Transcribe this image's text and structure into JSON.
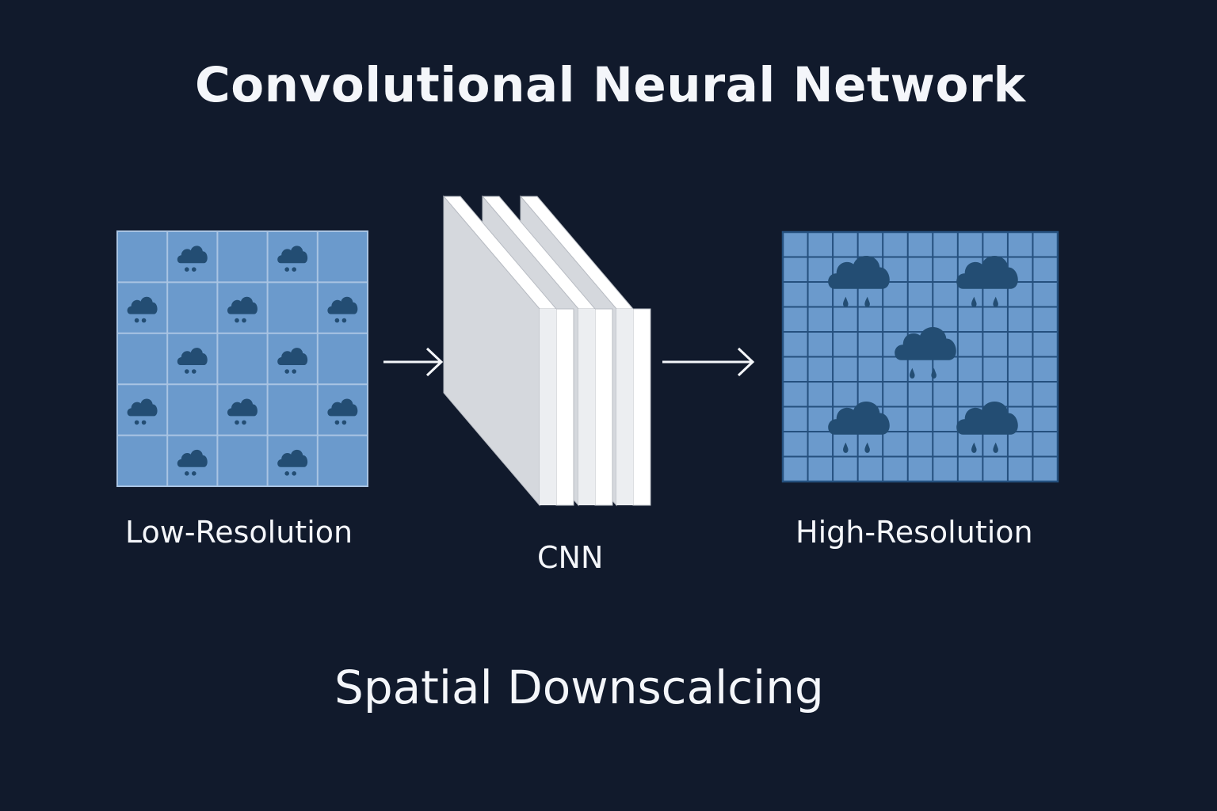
{
  "title": "Convolutional Neural Network",
  "subtitle": "Spatial Downscalcing",
  "input": {
    "label": "Low-Resolution",
    "grid_rows": 5,
    "grid_cols": 5,
    "icon": "rain-cloud-icon",
    "cloud_cells": [
      [
        0,
        1
      ],
      [
        0,
        3
      ],
      [
        1,
        0
      ],
      [
        1,
        2
      ],
      [
        1,
        4
      ],
      [
        2,
        1
      ],
      [
        2,
        3
      ],
      [
        3,
        0
      ],
      [
        3,
        2
      ],
      [
        3,
        4
      ],
      [
        4,
        1
      ],
      [
        4,
        3
      ]
    ]
  },
  "model": {
    "label": "CNN",
    "layer_count": 3,
    "icon": "layer-stack-icon"
  },
  "output": {
    "label": "High-Resolution",
    "grid_rows": 10,
    "grid_cols": 11,
    "icon": "rain-cloud-icon",
    "cloud_count": 5
  },
  "colors": {
    "background": "#111a2c",
    "grid_fill": "#6b9acc",
    "grid_line_low": "#a9c4e3",
    "grid_line_high": "#25507e",
    "cloud": "#234d73",
    "layer_face": "#d5d8dd",
    "layer_edge": "#ffffff",
    "text": "#f4f6fa"
  }
}
